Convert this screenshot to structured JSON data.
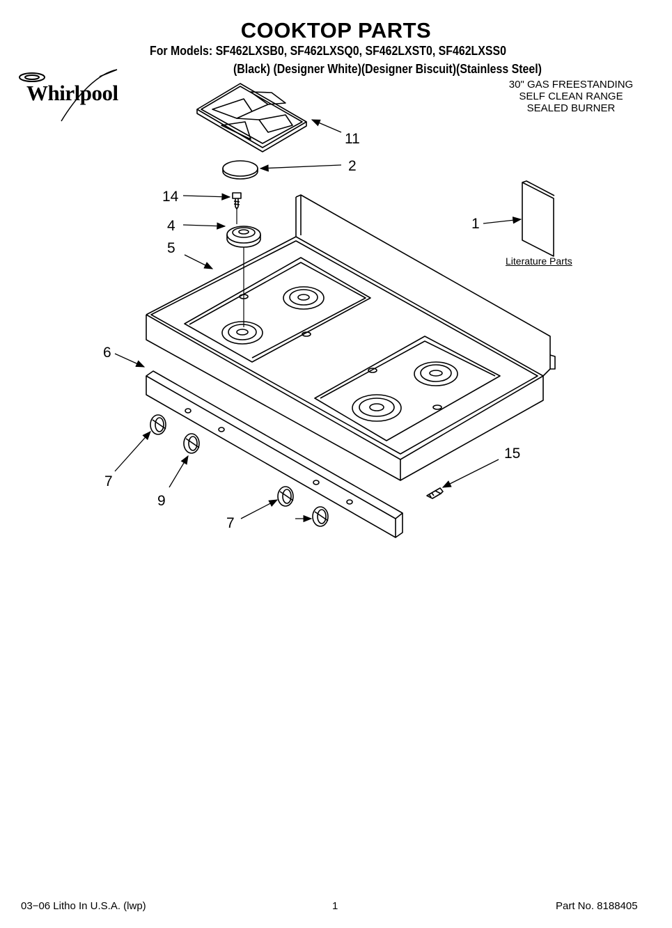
{
  "header": {
    "title": "COOKTOP PARTS",
    "models": "For Models: SF462LXSB0, SF462LXSQ0, SF462LXST0, SF462LXSS0",
    "colors": "(Black) (Designer White)(Designer Biscuit)(Stainless Steel)",
    "brand_logo": "Whirlpool",
    "description": [
      "30\" GAS FREESTANDING",
      "SELF CLEAN RANGE",
      "SEALED BURNER"
    ]
  },
  "literature_label": "Literature Parts",
  "callouts": [
    "11",
    "2",
    "14",
    "4",
    "5",
    "1",
    "6",
    "7",
    "9",
    "7",
    "15"
  ],
  "footer": {
    "litho": "03−06 Litho In U.S.A. (lwp)",
    "page": "1",
    "part_no": "Part No. 8188405"
  }
}
